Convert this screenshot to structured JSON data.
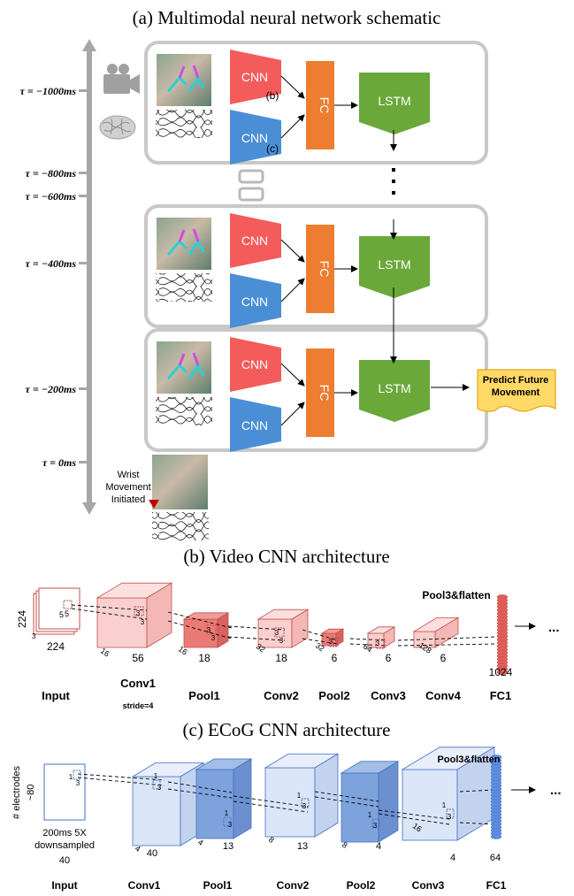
{
  "section_a": {
    "title": "(a) Multimodal neural network schematic",
    "tau_labels": [
      "τ = −1000ms",
      "τ = −800ms",
      "τ = −600ms",
      "τ = −400ms",
      "τ = −200ms",
      "τ = 0ms"
    ],
    "cnn_label": "CNN",
    "fc_label": "FC",
    "lstm_label": "LSTM",
    "ref_b": "(b)",
    "ref_c": "(c)",
    "output_label_line1": "Predict Future",
    "output_label_line2": "Movement",
    "wrist_line1": "Wrist",
    "wrist_line2": "Movement",
    "wrist_line3": "Initiated",
    "colors": {
      "video_cnn": "#f45b5b",
      "ecog_cnn": "#4a8fd6",
      "fc": "#ed7d31",
      "lstm": "#6aa839",
      "output": "#ffd966"
    }
  },
  "section_b": {
    "title": "(b) Video CNN architecture",
    "layer_names": [
      "Input",
      "Conv1",
      "Pool1",
      "Conv2",
      "Pool2",
      "Conv3",
      "Conv4",
      "FC1"
    ],
    "stride_note": "stride=4",
    "pool_note": "Pool3&flatten",
    "dims": {
      "input_h": "224",
      "input_w": "224",
      "input_d": "3",
      "conv1_d": "16",
      "conv1_w": "56",
      "pool1_d": "16",
      "pool1_w": "18",
      "conv2_d": "32",
      "conv2_w": "18",
      "pool2_d": "32",
      "pool2_w": "6",
      "conv3_d": "64",
      "conv3_w": "6",
      "conv4_d": "128",
      "conv4_w": "6",
      "fc1": "1024"
    },
    "kernel": {
      "k5": "5",
      "k3": "3"
    },
    "ellipsis": "..."
  },
  "section_c": {
    "title": "(c) ECoG CNN architecture",
    "layer_names": [
      "Input",
      "Conv1",
      "Pool1",
      "Conv2",
      "Pool2",
      "Conv3",
      "FC1"
    ],
    "pool_note": "Pool3&flatten",
    "input_axis": "# electrodes",
    "input_h": "~80",
    "input_note_1": "200ms 5X",
    "input_note_2": "downsampled",
    "input_w": "40",
    "dims": {
      "conv1_d": "4",
      "conv1_w": "40",
      "pool1_d": "4",
      "pool1_w": "13",
      "conv2_d": "8",
      "conv2_w": "13",
      "pool2_d": "8",
      "pool2_w": "4",
      "conv3_d": "16",
      "conv3_w": "4",
      "fc1": "64"
    },
    "kernel": {
      "k1": "1",
      "k3": "3"
    },
    "ellipsis": "..."
  }
}
